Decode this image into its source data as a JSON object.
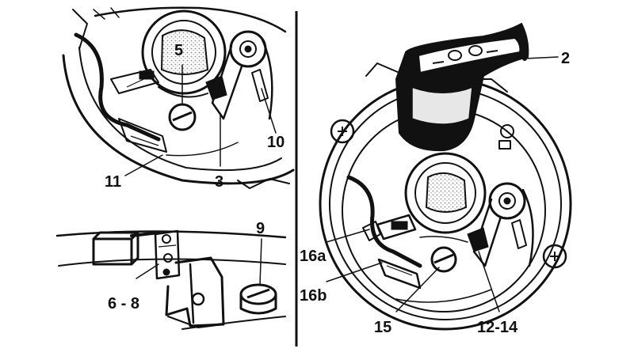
{
  "callouts": {
    "c2": "2",
    "c3": "3",
    "c5": "5",
    "c6_8": "6 - 8",
    "c9": "9",
    "c10": "10",
    "c11": "11",
    "c12_14": "12-14",
    "c15": "15",
    "c16a": "16a",
    "c16b": "16b"
  },
  "colors": {
    "ink": "#111111",
    "paper": "#ffffff",
    "cam_dots": "#888888"
  }
}
